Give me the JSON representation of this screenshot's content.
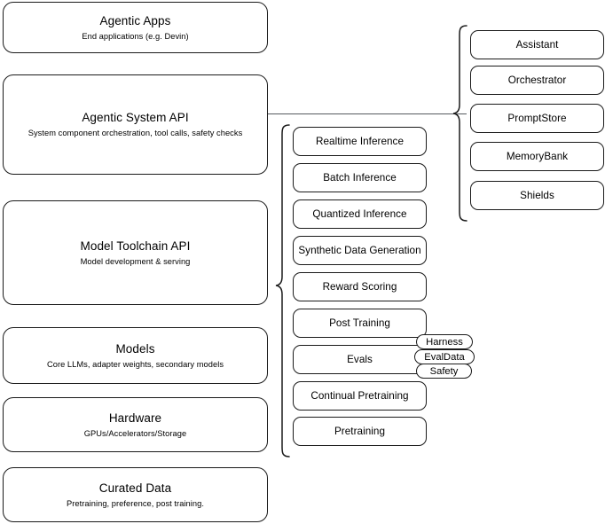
{
  "diagram": {
    "title": "Agentic stack layered architecture",
    "stroke_color": "#1a1a1a",
    "connector_color": "#555a5e",
    "background": "#ffffff"
  },
  "stack_layers": [
    {
      "title": "Agentic Apps",
      "subtitle": "End applications (e.g. Devin)"
    },
    {
      "title": "Agentic System API",
      "subtitle": "System component orchestration, tool calls, safety checks"
    },
    {
      "title": "Model Toolchain API",
      "subtitle": "Model development & serving"
    },
    {
      "title": "Models",
      "subtitle": "Core LLMs, adapter weights, secondary models"
    },
    {
      "title": "Hardware",
      "subtitle": "GPUs/Accelerators/Storage"
    },
    {
      "title": "Curated Data",
      "subtitle": "Pretraining, preference, post training."
    }
  ],
  "toolchain_components": [
    {
      "label": "Realtime Inference"
    },
    {
      "label": "Batch Inference"
    },
    {
      "label": "Quantized Inference"
    },
    {
      "label": "Synthetic Data Generation"
    },
    {
      "label": "Reward Scoring"
    },
    {
      "label": "Post Training"
    },
    {
      "label": "Evals"
    },
    {
      "label": "Continual Pretraining"
    },
    {
      "label": "Pretraining"
    }
  ],
  "evals_badges": [
    {
      "label": "Harness"
    },
    {
      "label": "EvalData"
    },
    {
      "label": "Safety"
    }
  ],
  "system_components": [
    {
      "label": "Assistant"
    },
    {
      "label": "Orchestrator"
    },
    {
      "label": "PromptStore"
    },
    {
      "label": "MemoryBank"
    },
    {
      "label": "Shields"
    }
  ]
}
